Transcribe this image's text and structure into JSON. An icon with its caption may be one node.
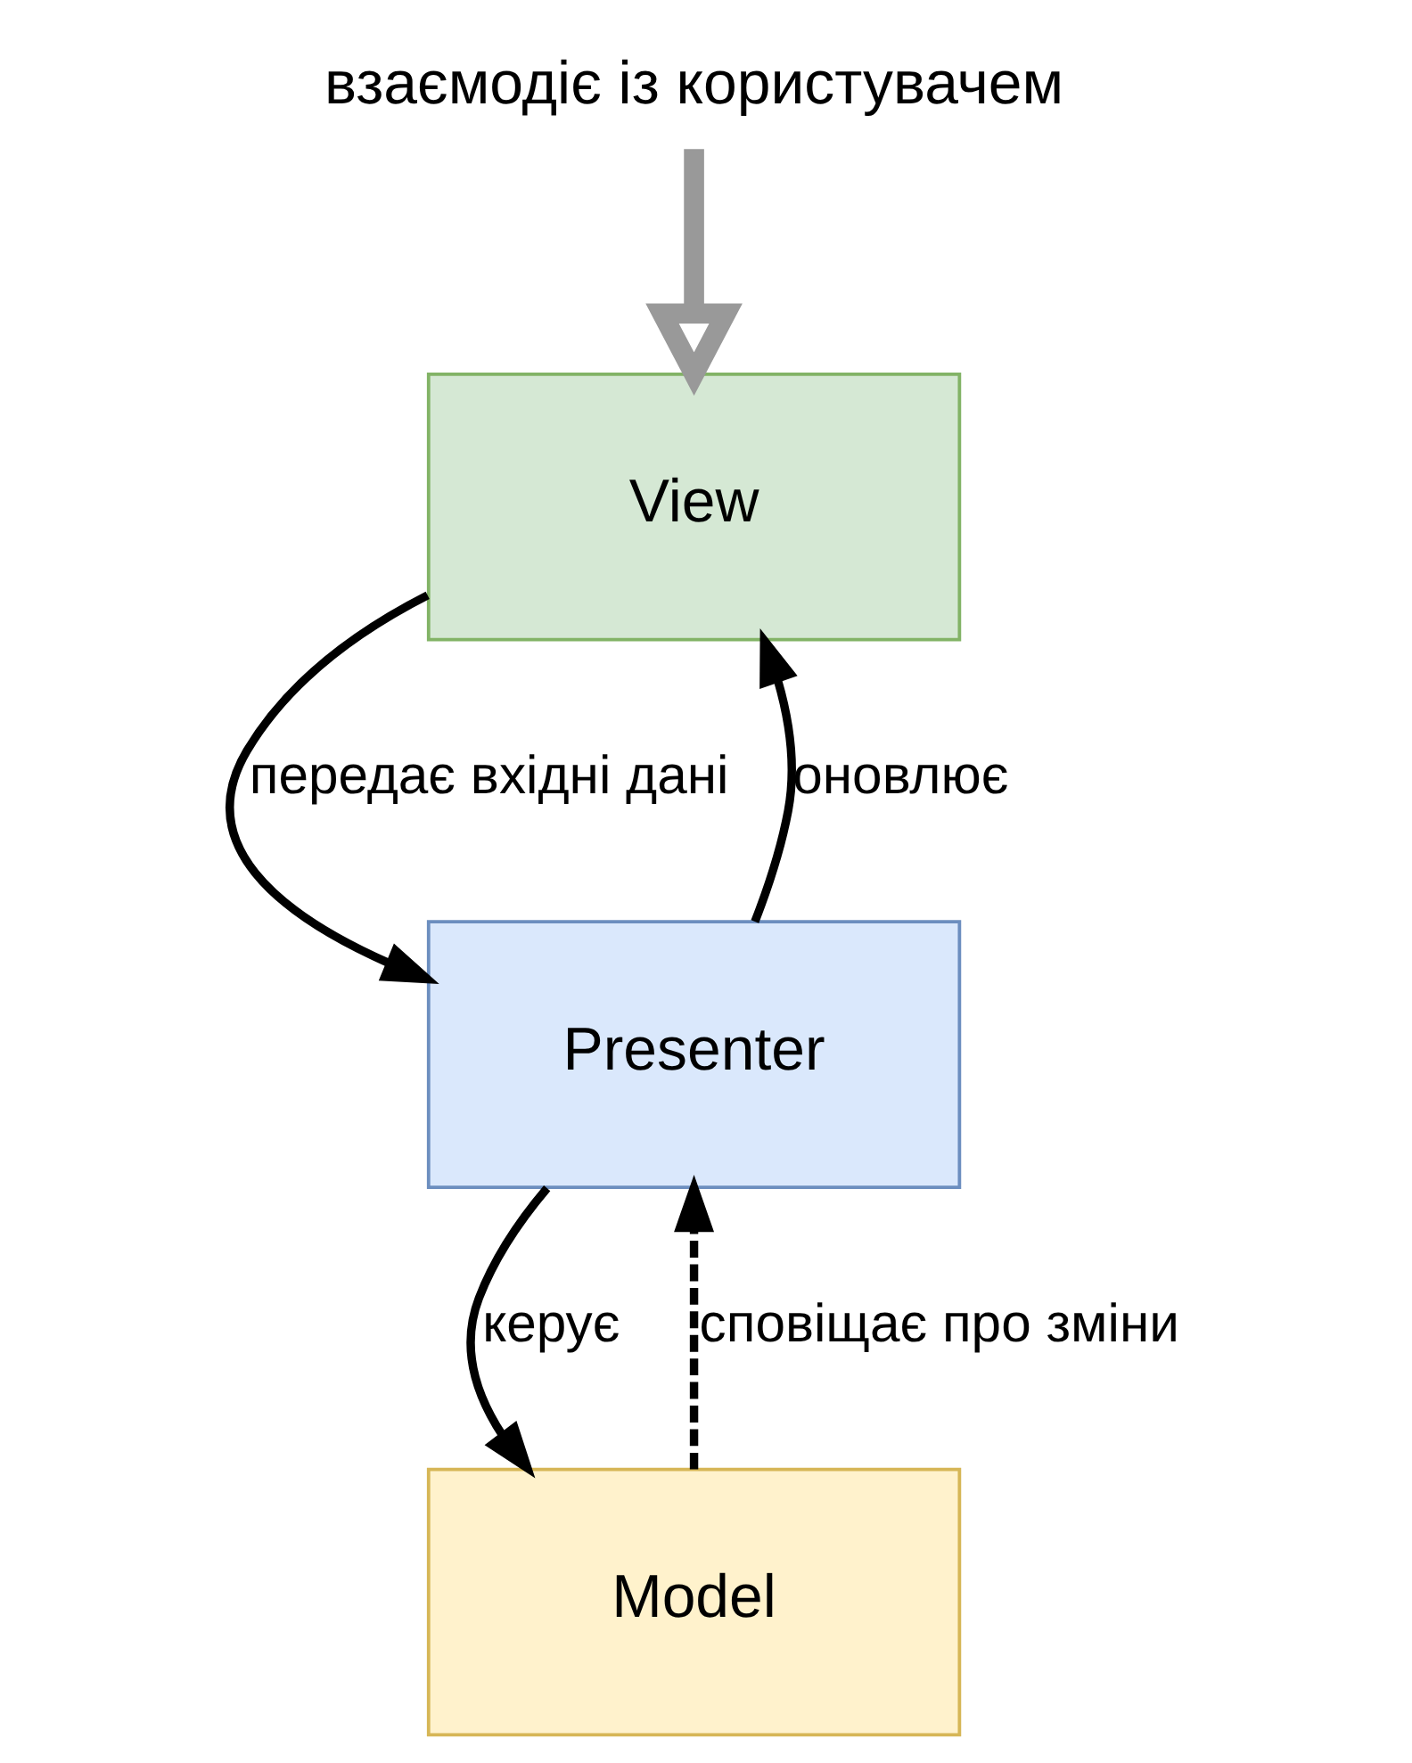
{
  "diagram": {
    "nodes": [
      {
        "text": [
          "взаємодіє із користувачем"
        ]
      },
      {
        "text": [
          "View"
        ]
      },
      {
        "text": [
          "Presenter"
        ]
      },
      {
        "text": [
          "Model"
        ]
      }
    ],
    "edges": [
      {
        "from": 0,
        "to": 1,
        "arrow": "to",
        "style": "thick",
        "color": "#999999"
      },
      {
        "from": 1,
        "to": 2,
        "arrow": "to",
        "label": "передає вхідні дані"
      },
      {
        "from": 2,
        "to": 1,
        "arrow": "to",
        "label": "оновлює"
      },
      {
        "from": 3,
        "to": 2,
        "arrow": "to",
        "style": "dashed",
        "label": "сповіщає про зміни"
      },
      {
        "from": 2,
        "to": 3,
        "arrow": "to",
        "label": "керує"
      }
    ]
  }
}
